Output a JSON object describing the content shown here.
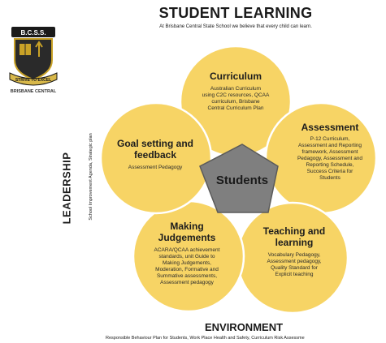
{
  "header": {
    "title": "STUDENT LEARNING",
    "subtitle": "At Brisbane Central State School we believe that every child can learn."
  },
  "logo": {
    "banner_text": "B.C.S.S.",
    "motto": "STRIVE TO EXCEL",
    "caption": "BRISBANE CENTRAL"
  },
  "side": {
    "leadership": "LEADERSHIP",
    "leadership_sub": "School Improvement Agenda, Strategic plan"
  },
  "center": {
    "label": "Students"
  },
  "petals": {
    "curriculum": {
      "title": "Curriculum",
      "body": [
        "Australian Curriculum",
        "using C2C resources, QCAA",
        "curriculum, Brisbane",
        "Central Curriculum Plan"
      ]
    },
    "assessment": {
      "title": "Assessment",
      "body": [
        "P-12 Curriculum,",
        "Assessment and Reporting",
        "framework, Assessment",
        "Pedagogy, Assessment and",
        "Reporting Schedule,",
        "Success Criteria for",
        "Students"
      ]
    },
    "goal_setting": {
      "title": [
        "Goal setting and",
        "feedback"
      ],
      "body": [
        "Assessment Pedagogy"
      ]
    },
    "making_judgements": {
      "title": [
        "Making",
        "Judgements"
      ],
      "body": [
        "ACARA/QCAA achievement",
        "standards, unit Guide to",
        "Making Judgements,",
        "Moderation, Formative and",
        "Summative assessments,",
        "Assessment pedagogy"
      ]
    },
    "teaching": {
      "title": [
        "Teaching and",
        "learning"
      ],
      "body": [
        "Vocabulary Pedagogy,",
        "Assessment pedagogy,",
        "Quality Standard for",
        "Explicit teaching"
      ]
    }
  },
  "footer": {
    "title": "ENVIRONMENT",
    "subtitle": "Responsible Behaviour Plan for Students, Work Place Health and Safety, Curriculum Risk Assessme"
  },
  "colors": {
    "petal_fill": "#F7D465",
    "petal_stroke": "#FFFFFF",
    "center_fill": "#7F7F7F",
    "center_stroke": "#5A5A5A"
  }
}
